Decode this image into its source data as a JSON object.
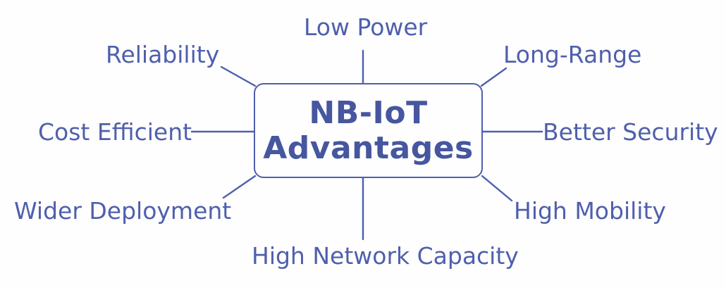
{
  "diagram": {
    "title": "NB-IoT Advantages",
    "type": "radial-mind-map",
    "background_color": "#fefefe",
    "accent_color": "#4f5fad",
    "text_color": "#46569f",
    "center": {
      "line1": "NB-IoT",
      "line2": "Advantages"
    },
    "nodes": [
      {
        "id": "low-power",
        "label": "Low Power",
        "position": "top"
      },
      {
        "id": "reliability",
        "label": "Reliability",
        "position": "top-left"
      },
      {
        "id": "long-range",
        "label": "Long-Range",
        "position": "top-right"
      },
      {
        "id": "cost-efficient",
        "label": "Cost Efficient",
        "position": "left"
      },
      {
        "id": "better-security",
        "label": "Better Security",
        "position": "right"
      },
      {
        "id": "wider-deployment",
        "label": "Wider Deployment",
        "position": "bottom-left"
      },
      {
        "id": "high-mobility",
        "label": "High Mobility",
        "position": "bottom-right"
      },
      {
        "id": "high-network-capacity",
        "label": "High Network Capacity",
        "position": "bottom"
      }
    ]
  }
}
